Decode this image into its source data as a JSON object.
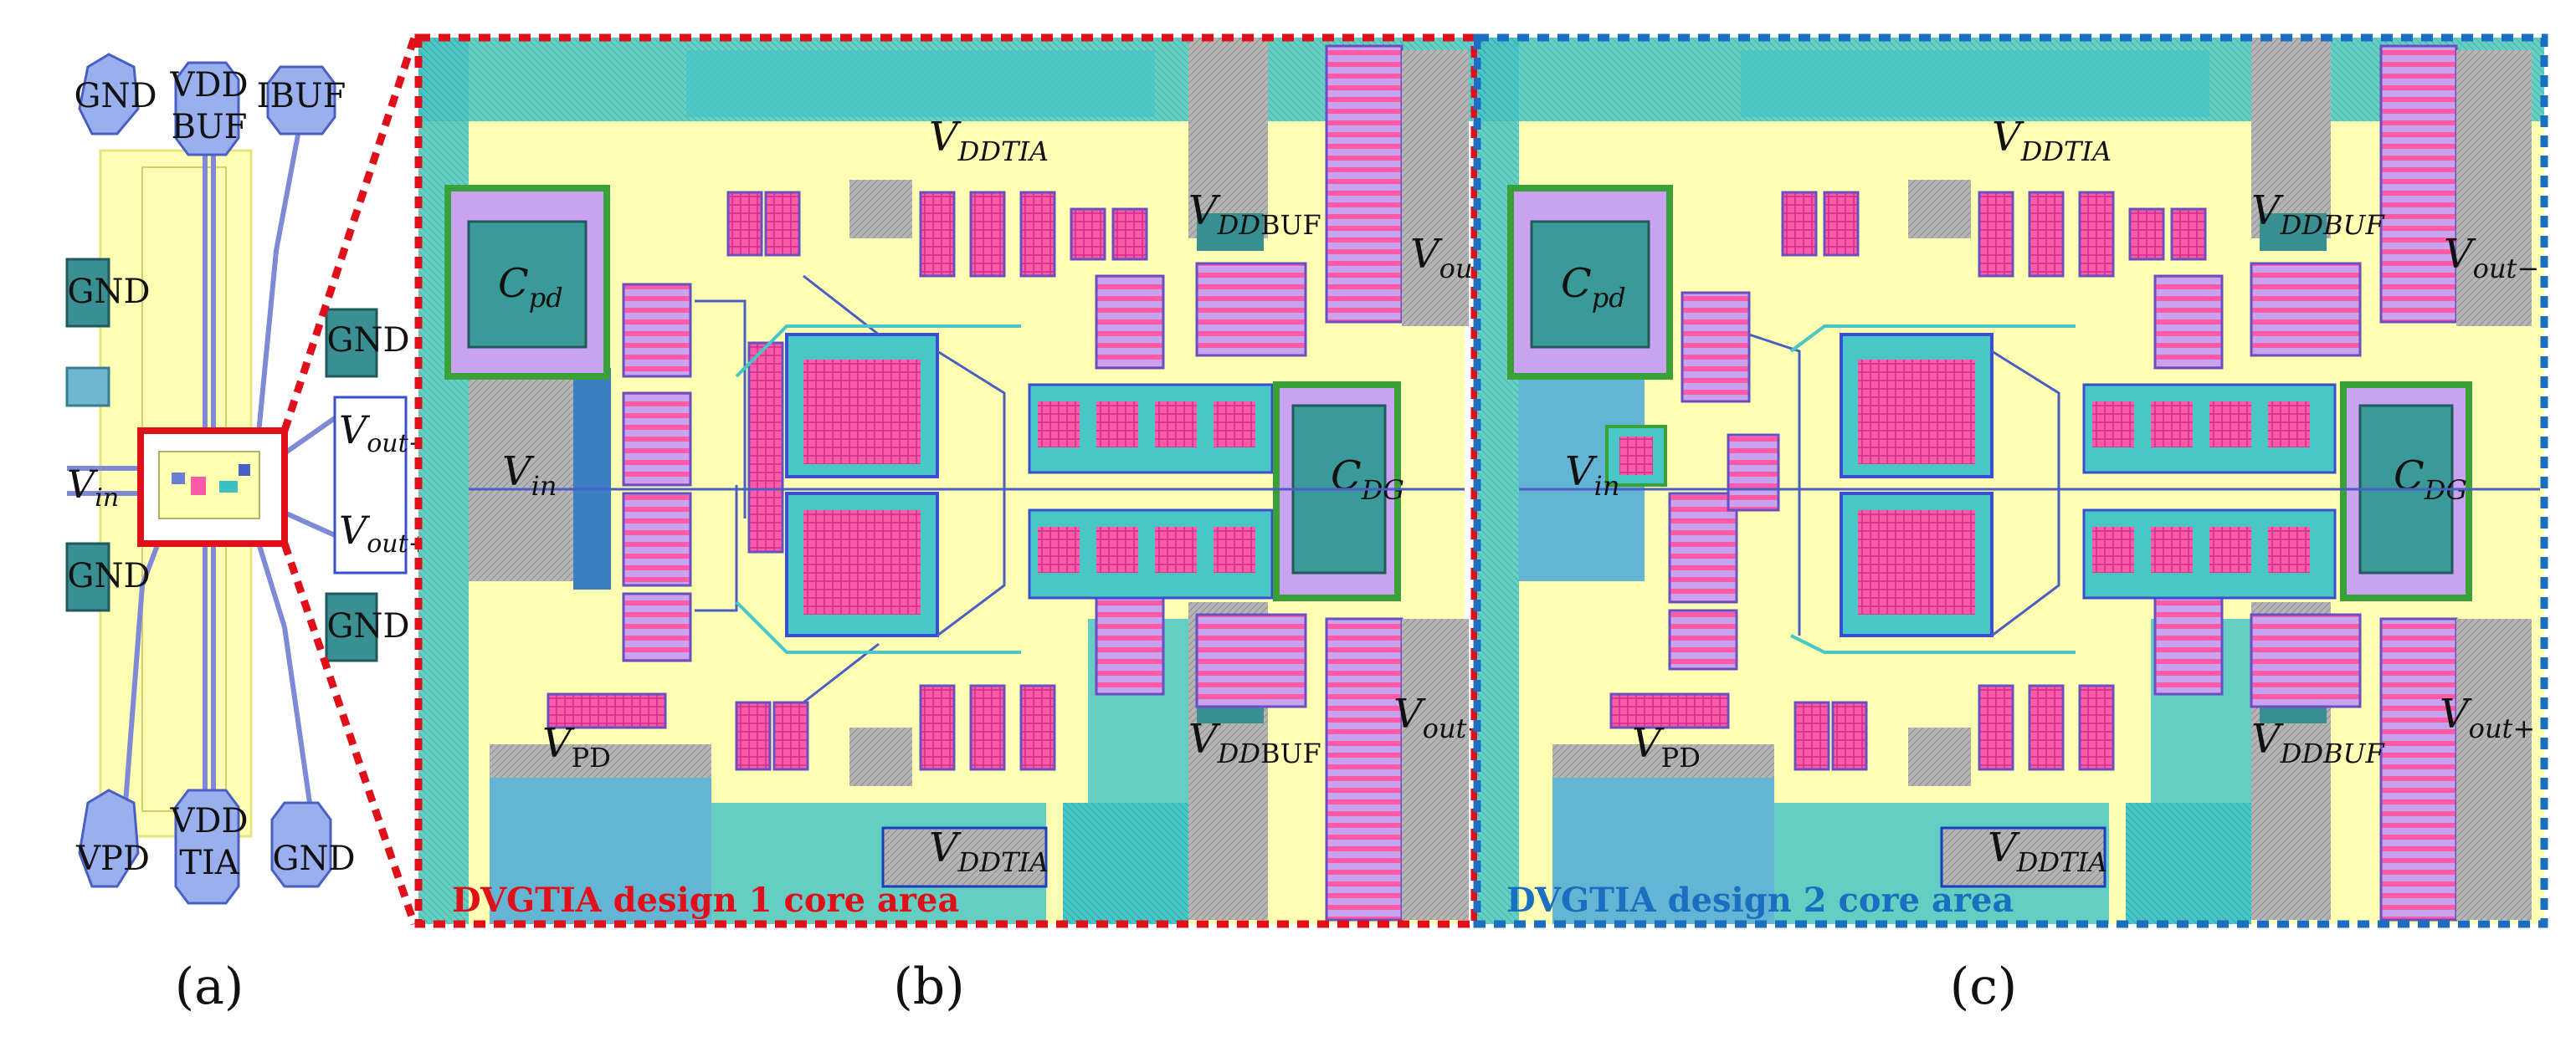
{
  "colors": {
    "design1_border": "#e0101a",
    "design2_border": "#1a6fc0",
    "substrate": "#ffffb0",
    "metal_teal": "#3cc0c0",
    "metal_magenta": "#ff4fa8",
    "metal_purple": "#a48ce8",
    "capacitor": "#2f8e8e",
    "pad": "#9ab0ee",
    "gray_metal": "#a8a8a8"
  },
  "panel_a": {
    "caption": "(a)",
    "pads": {
      "top_left": "GND",
      "top_mid_line1": "VDD",
      "top_mid_line2": "BUF",
      "top_right": "IBUF",
      "left_upper": "GND",
      "right_upper": "GND",
      "left_lower": "GND",
      "right_lower": "GND",
      "bot_left": "VPD",
      "bot_mid_line1": "VDD",
      "bot_mid_line2": "TIA",
      "bot_right": "GND"
    },
    "vin": {
      "base": "V",
      "sub": "in"
    },
    "vout_minus": {
      "base": "V",
      "sub": "out−"
    },
    "vout_plus": {
      "base": "V",
      "sub": "out+"
    }
  },
  "panel_b": {
    "caption": "(b)",
    "core_label": "DVGTIA design 1 core area",
    "vddtia_top": {
      "base": "V",
      "sub": "DDTIA"
    },
    "vddtia_bottom": {
      "base": "V",
      "sub": "DDTIA"
    },
    "vddbuf_top": {
      "base": "V",
      "sub": "DD",
      "sub2": "BUF"
    },
    "vddbuf_bottom": {
      "base": "V",
      "sub": "DD",
      "sub2": "BUF"
    },
    "cpd": {
      "base": "C",
      "sub": "pd"
    },
    "cdg": {
      "base": "C",
      "sub": "DG"
    },
    "vin": {
      "base": "V",
      "sub": "in"
    },
    "vout_minus": {
      "base": "V",
      "sub": "out−"
    },
    "vout_plus": {
      "base": "V",
      "sub": "out+"
    },
    "vpd": {
      "base": "V",
      "sub": "PD"
    }
  },
  "panel_c": {
    "caption": "(c)",
    "core_label": "DVGTIA design 2 core area",
    "vddtia_top": {
      "base": "V",
      "sub": "DDTIA"
    },
    "vddtia_bottom": {
      "base": "V",
      "sub": "DDTIA"
    },
    "vddbuf_top": {
      "base": "V",
      "sub": "DDBUF"
    },
    "vddbuf_bottom": {
      "base": "V",
      "sub": "DDBUF"
    },
    "cpd": {
      "base": "C",
      "sub": "pd"
    },
    "cdg": {
      "base": "C",
      "sub": "DG"
    },
    "vin": {
      "base": "V",
      "sub": "in"
    },
    "vout_minus": {
      "base": "V",
      "sub": "out−"
    },
    "vout_plus": {
      "base": "V",
      "sub": "out+"
    },
    "vpd": {
      "base": "V",
      "sub": "PD"
    }
  }
}
